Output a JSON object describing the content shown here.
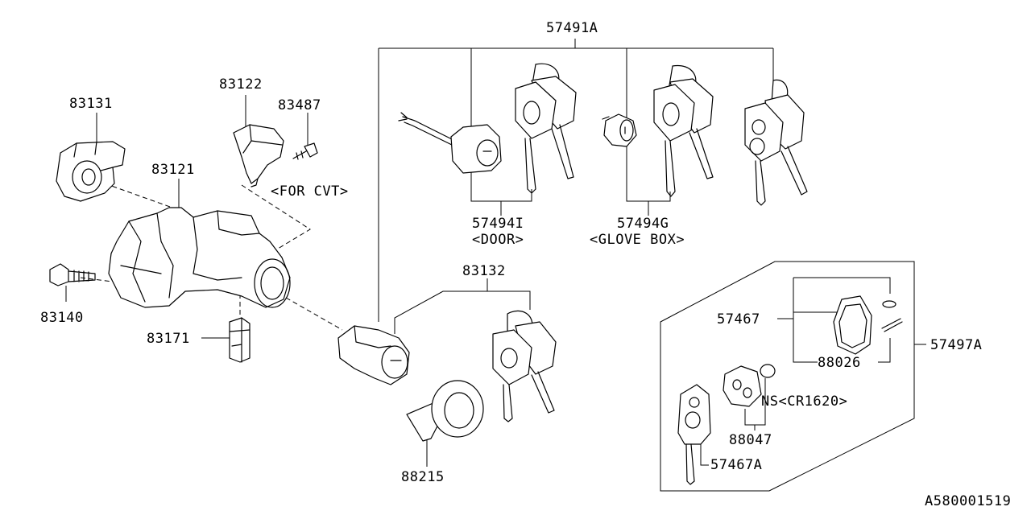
{
  "labels": {
    "p57491A": "57491A",
    "p83122": "83122",
    "p83487": "83487",
    "p83131": "83131",
    "p83121": "83121",
    "for_cvt": "<FOR CVT>",
    "p57494I": "57494I",
    "door": "<DOOR>",
    "p57494G": "57494G",
    "glove_box": "<GLOVE BOX>",
    "p83140": "83140",
    "p83171": "83171",
    "p83132": "83132",
    "p88215": "88215",
    "p57467": "57467",
    "p88026": "88026",
    "p57497A": "57497A",
    "ns_cr1620": "NS<CR1620>",
    "p88047": "88047",
    "p57467A": "57467A",
    "diagram_id": "A580001519"
  }
}
